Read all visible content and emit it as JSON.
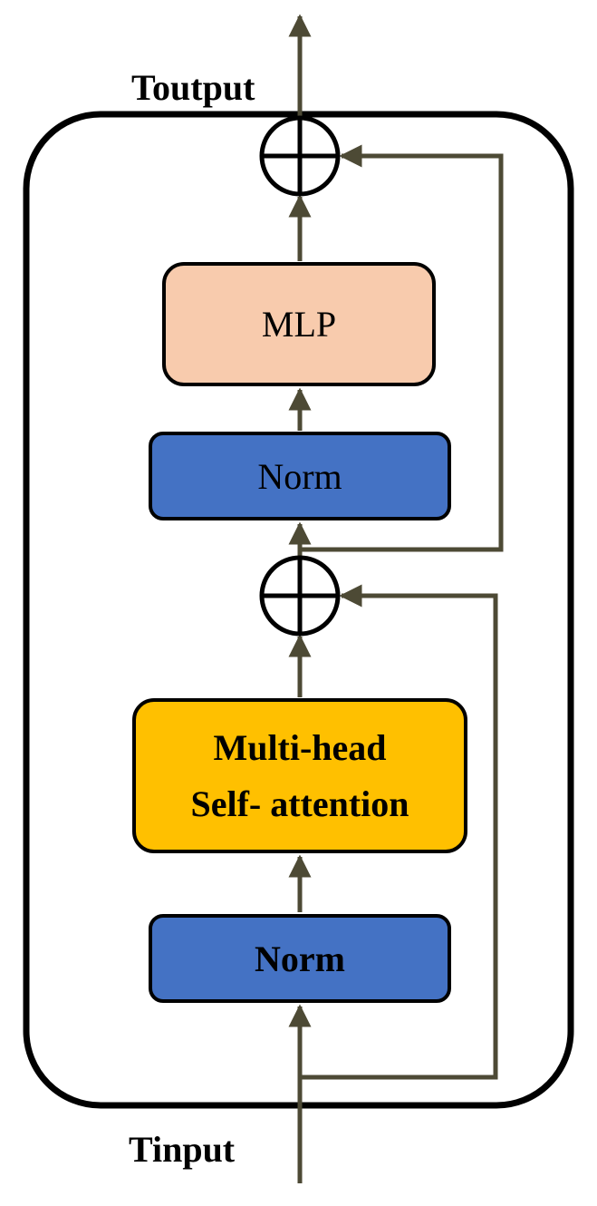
{
  "labels": {
    "output": "Toutput",
    "input": "Tinput"
  },
  "blocks": {
    "mlp": "MLP",
    "norm_top": "Norm",
    "attention_line1": "Multi-head",
    "attention_line2": "Self- attention",
    "norm_bottom": "Norm"
  },
  "colors": {
    "mlp_fill": "#F8CBAD",
    "norm_fill": "#4472C4",
    "attention_fill": "#FFC000",
    "arrow": "#4D4A35",
    "outline": "#000000"
  }
}
